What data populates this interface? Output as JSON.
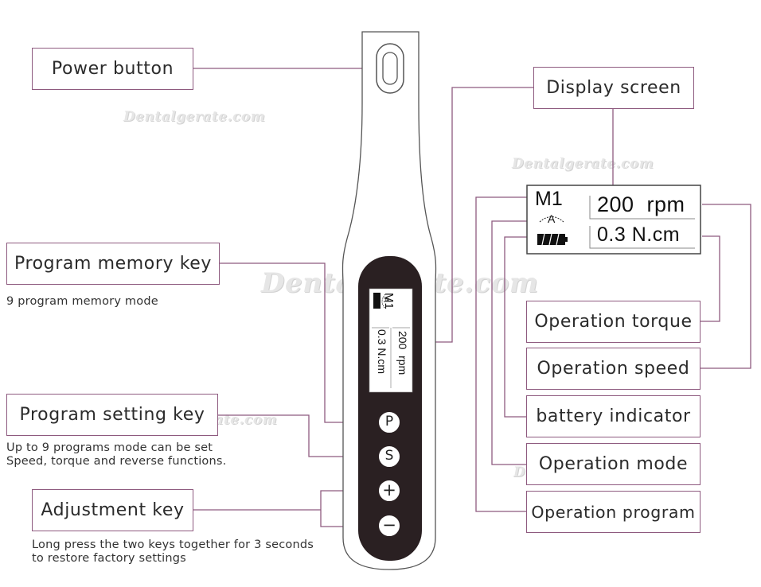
{
  "labels": {
    "power_button": "Power button",
    "display_screen": "Display screen",
    "program_memory_key": "Program memory key",
    "program_setting_key": "Program setting key",
    "adjustment_key": "Adjustment key",
    "operation_torque": "Operation torque",
    "operation_speed": "Operation speed",
    "battery_indicator": "battery indicator",
    "operation_mode": "Operation mode",
    "operation_program": "Operation program"
  },
  "descriptions": {
    "program_memory": "9 program memory mode",
    "program_setting_line1": "Up to 9 programs mode can be set",
    "program_setting_line2": "Speed, torque and reverse functions.",
    "adjustment_line1": "Long press the two keys together for 3 seconds",
    "adjustment_line2": "to restore factory settings"
  },
  "display": {
    "program": "M1",
    "mode": "A",
    "speed": "200  rpm",
    "torque": "0.3 N.cm"
  },
  "keys": {
    "program": "P",
    "setting": "S",
    "plus": "+",
    "minus": "−"
  },
  "watermark": "Dentalgerate.com",
  "colors": {
    "leader_line": "#8e5a7f",
    "device_body": "#ffffff",
    "device_panel": "#2a2022",
    "lcd_background": "#ffffff"
  }
}
